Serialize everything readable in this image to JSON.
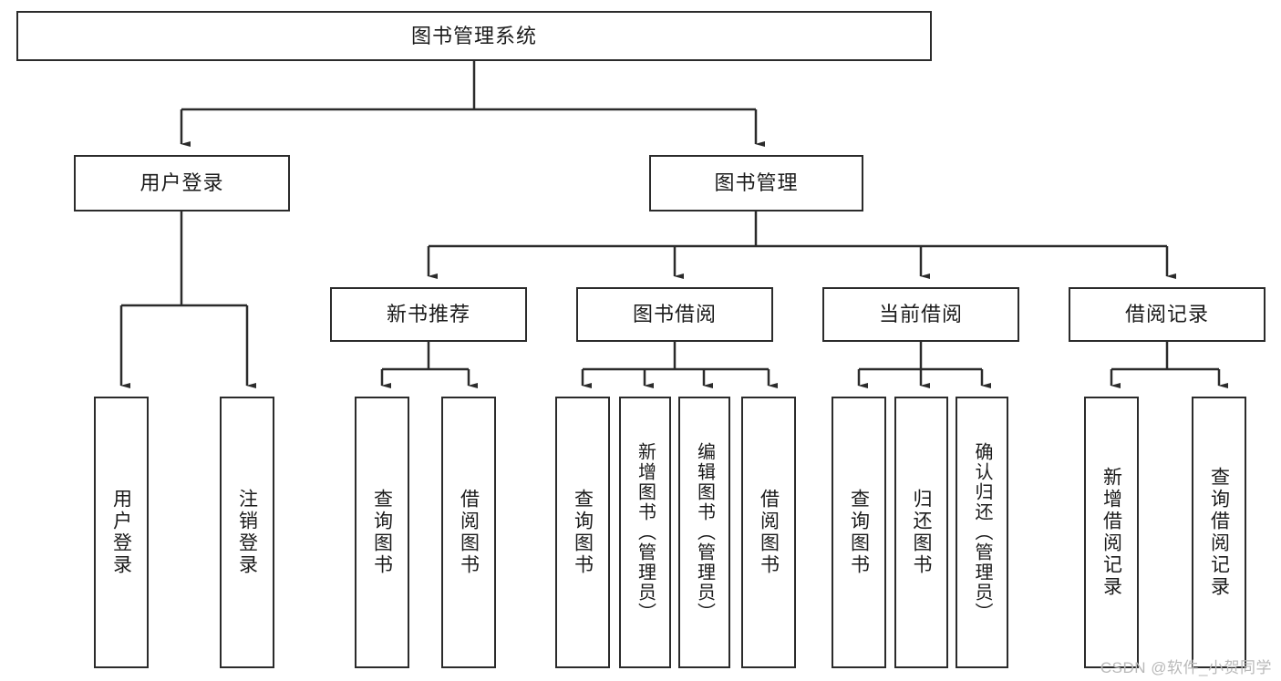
{
  "diagram": {
    "type": "tree",
    "title": "图书管理系统",
    "colors": {
      "background": "#ffffff",
      "box_border": "#2b2b2b",
      "box_fill": "#ffffff",
      "text": "#1b1b1b",
      "edge": "#2b2b2b",
      "watermark": "#b9b9b9"
    },
    "watermark": "CSDN @软件_小贺同学"
  },
  "nodes": {
    "root": {
      "label": "图书管理系统"
    },
    "level2": [
      {
        "label": "用户登录"
      },
      {
        "label": "图书管理"
      }
    ],
    "level3": [
      {
        "label": "新书推荐"
      },
      {
        "label": "图书借阅"
      },
      {
        "label": "当前借阅"
      },
      {
        "label": "借阅记录"
      }
    ],
    "leaves": [
      {
        "label": "用户登录",
        "parent": "用户登录"
      },
      {
        "label": "注销登录",
        "parent": "用户登录"
      },
      {
        "label": "查询图书",
        "parent": "新书推荐"
      },
      {
        "label": "借阅图书",
        "parent": "新书推荐"
      },
      {
        "label": "查询图书",
        "parent": "图书借阅"
      },
      {
        "label": "新增图书（管理员）",
        "parent": "图书借阅"
      },
      {
        "label": "编辑图书（管理员）",
        "parent": "图书借阅"
      },
      {
        "label": "借阅图书",
        "parent": "图书借阅"
      },
      {
        "label": "查询图书",
        "parent": "当前借阅"
      },
      {
        "label": "归还图书",
        "parent": "当前借阅"
      },
      {
        "label": "确认归还（管理员）",
        "parent": "当前借阅"
      },
      {
        "label": "新增借阅记录",
        "parent": "借阅记录"
      },
      {
        "label": "查询借阅记录",
        "parent": "借阅记录"
      }
    ]
  }
}
